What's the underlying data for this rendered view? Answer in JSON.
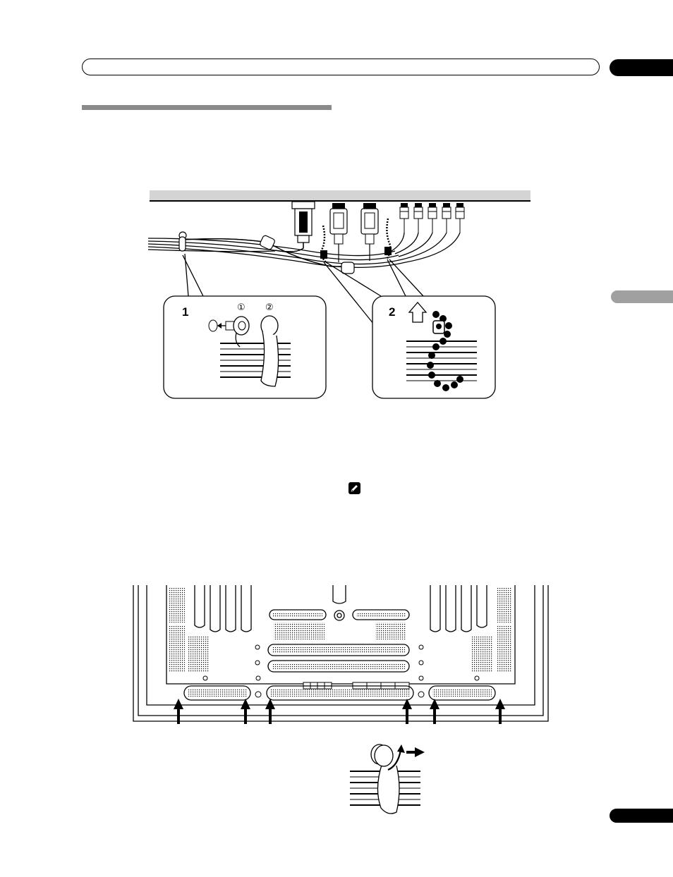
{
  "header": {
    "chapter_tab_color": "#000000",
    "section_rule_color": "#8a8a8a",
    "side_tab_color": "#a0a0a0"
  },
  "figure_top": {
    "step_panels": [
      {
        "number": "1",
        "markers": [
          "①",
          "②"
        ]
      },
      {
        "number": "2"
      }
    ]
  },
  "icons": {
    "note": "pencil-note-icon",
    "arrow_up": "hollow-up-arrow-icon",
    "arrow_right": "right-arrow-icon"
  }
}
